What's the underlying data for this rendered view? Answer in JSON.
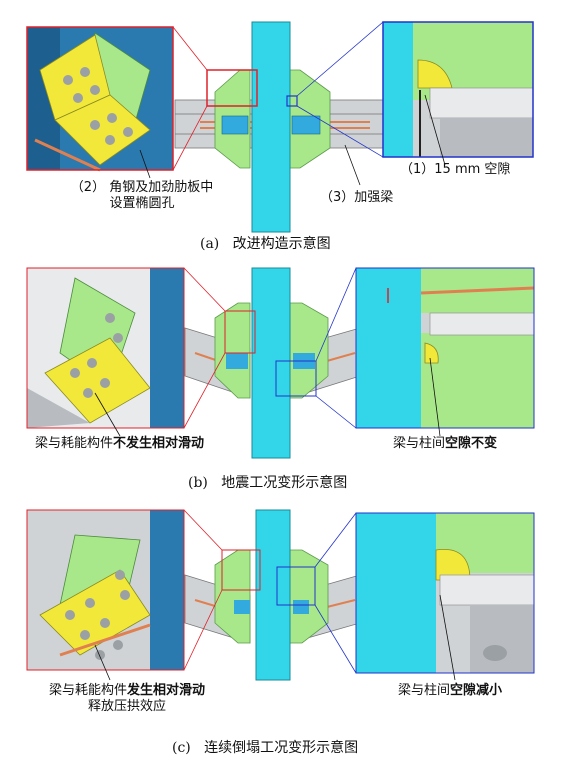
{
  "panel_a": {
    "caption_tag": "(a)",
    "caption": "改进构造示意图",
    "label_1": "（1）15 mm 空隙",
    "label_2_line1": "（2） 角钢及加劲肋板中",
    "label_2_line2": "设置椭圆孔",
    "label_3": "（3）加强梁"
  },
  "panel_b": {
    "caption_tag": "(b)",
    "caption": "地震工况变形示意图",
    "left_label_pre": "梁与耗能构件",
    "left_label_bold": "不发生相对滑动",
    "right_label_pre": "梁与柱间",
    "right_label_bold": "空隙不变"
  },
  "panel_c": {
    "caption_tag": "(c)",
    "caption": "连续倒塌工况变形示意图",
    "left_label_pre": "梁与耗能构件",
    "left_label_bold": "发生相对滑动",
    "left_label_line2": "释放压拱效应",
    "right_label_pre": "梁与柱间",
    "right_label_bold": "空隙减小"
  },
  "colors": {
    "column": "#33d6e8",
    "green": "#a8e88a",
    "yellow": "#f2e83a",
    "steel_grey": "#cfd3d6",
    "rebar": "#e08050",
    "red_frame": "#e0202a",
    "blue_frame": "#2233cc"
  }
}
